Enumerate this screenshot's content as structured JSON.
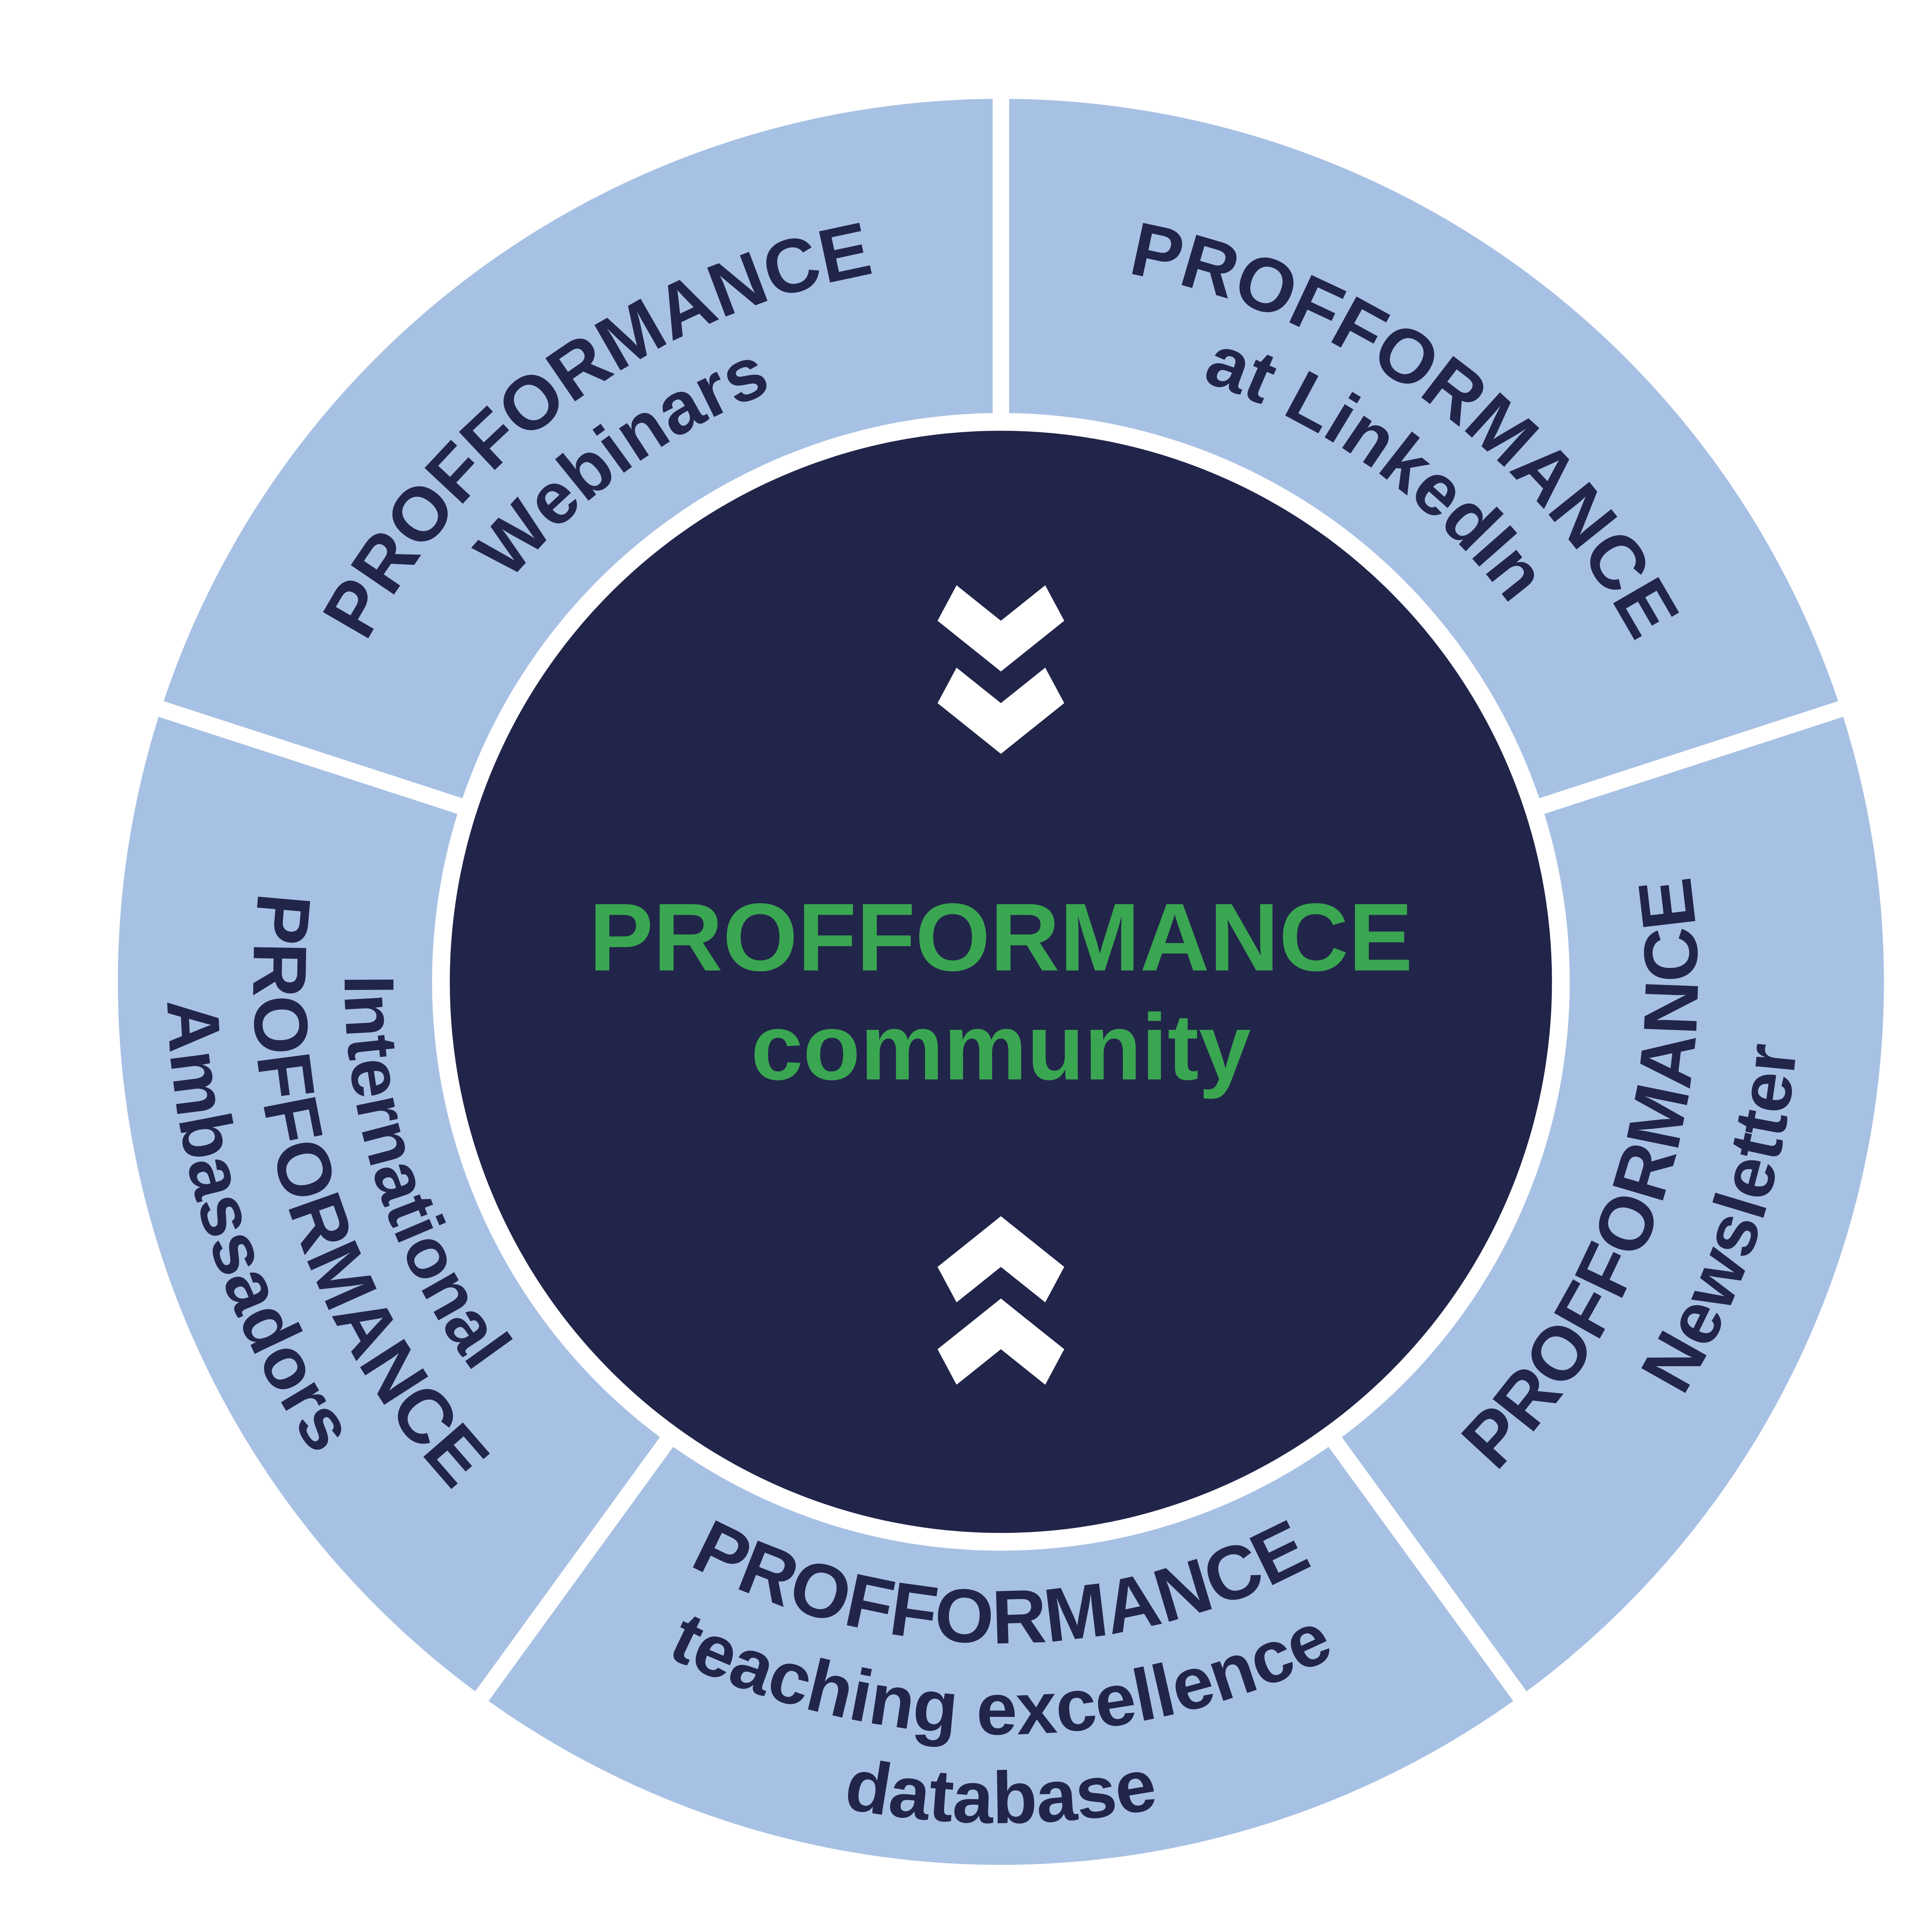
{
  "center": {
    "title": "PROFFORMANCE",
    "subtitle": "community",
    "icons": [
      "chevrons-down-icon",
      "chevrons-up-icon"
    ]
  },
  "segments": [
    {
      "id": "webinars",
      "lines": [
        "PROFFORMANCE",
        "Webinars"
      ]
    },
    {
      "id": "linkedin",
      "lines": [
        "PROFFORMANCE",
        "at LinkedIn"
      ]
    },
    {
      "id": "newsletter",
      "lines": [
        "PROFFORMANCE",
        "Newsletter"
      ]
    },
    {
      "id": "database",
      "lines": [
        "PROFFORMANCE",
        "teaching excellence",
        "database"
      ]
    },
    {
      "id": "ambassadors",
      "lines": [
        "International",
        "PROFFORMANCE",
        "Ambassadors"
      ]
    }
  ],
  "colors": {
    "ring": "#a7c1e4",
    "core": "#22254a",
    "text": "#22254a",
    "accent": "#3aa651"
  }
}
